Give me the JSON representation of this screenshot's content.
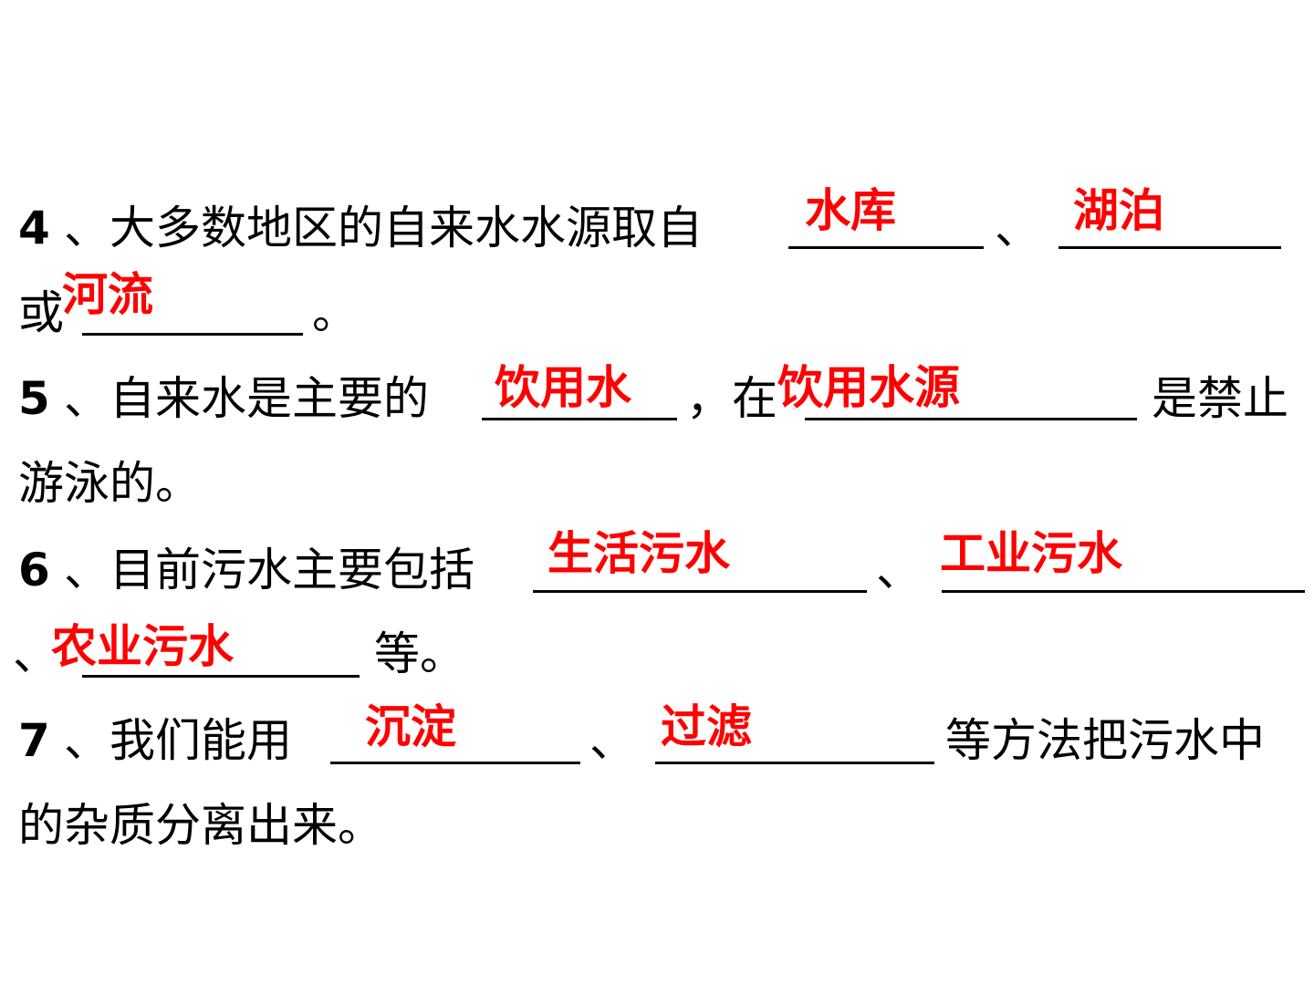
{
  "questions": {
    "q4": {
      "number": "4",
      "line1_text": "、大多数地区的自来水水源取自",
      "separator": "、",
      "line2_prefix": "或",
      "line2_end": "。",
      "answers": [
        "水库",
        "湖泊",
        "河流"
      ]
    },
    "q5": {
      "number": "5",
      "line1_text": "、自来水是主要的",
      "mid_text": "，在",
      "line1_end": "是禁止",
      "line2_text": "游泳的。",
      "answers": [
        "饮用水",
        "饮用水源"
      ]
    },
    "q6": {
      "number": "6",
      "line1_text": "、目前污水主要包括",
      "separator": "、",
      "line2_prefix": "、",
      "line2_end": "等。",
      "answers": [
        "生活污水",
        "工业污水",
        "农业污水"
      ]
    },
    "q7": {
      "number": "7",
      "line1_text": "、我们能用",
      "separator": "、",
      "line1_end": "等方法把污水中",
      "line2_text": "的杂质分离出来。",
      "answers": [
        "沉淀",
        "过滤"
      ]
    }
  }
}
